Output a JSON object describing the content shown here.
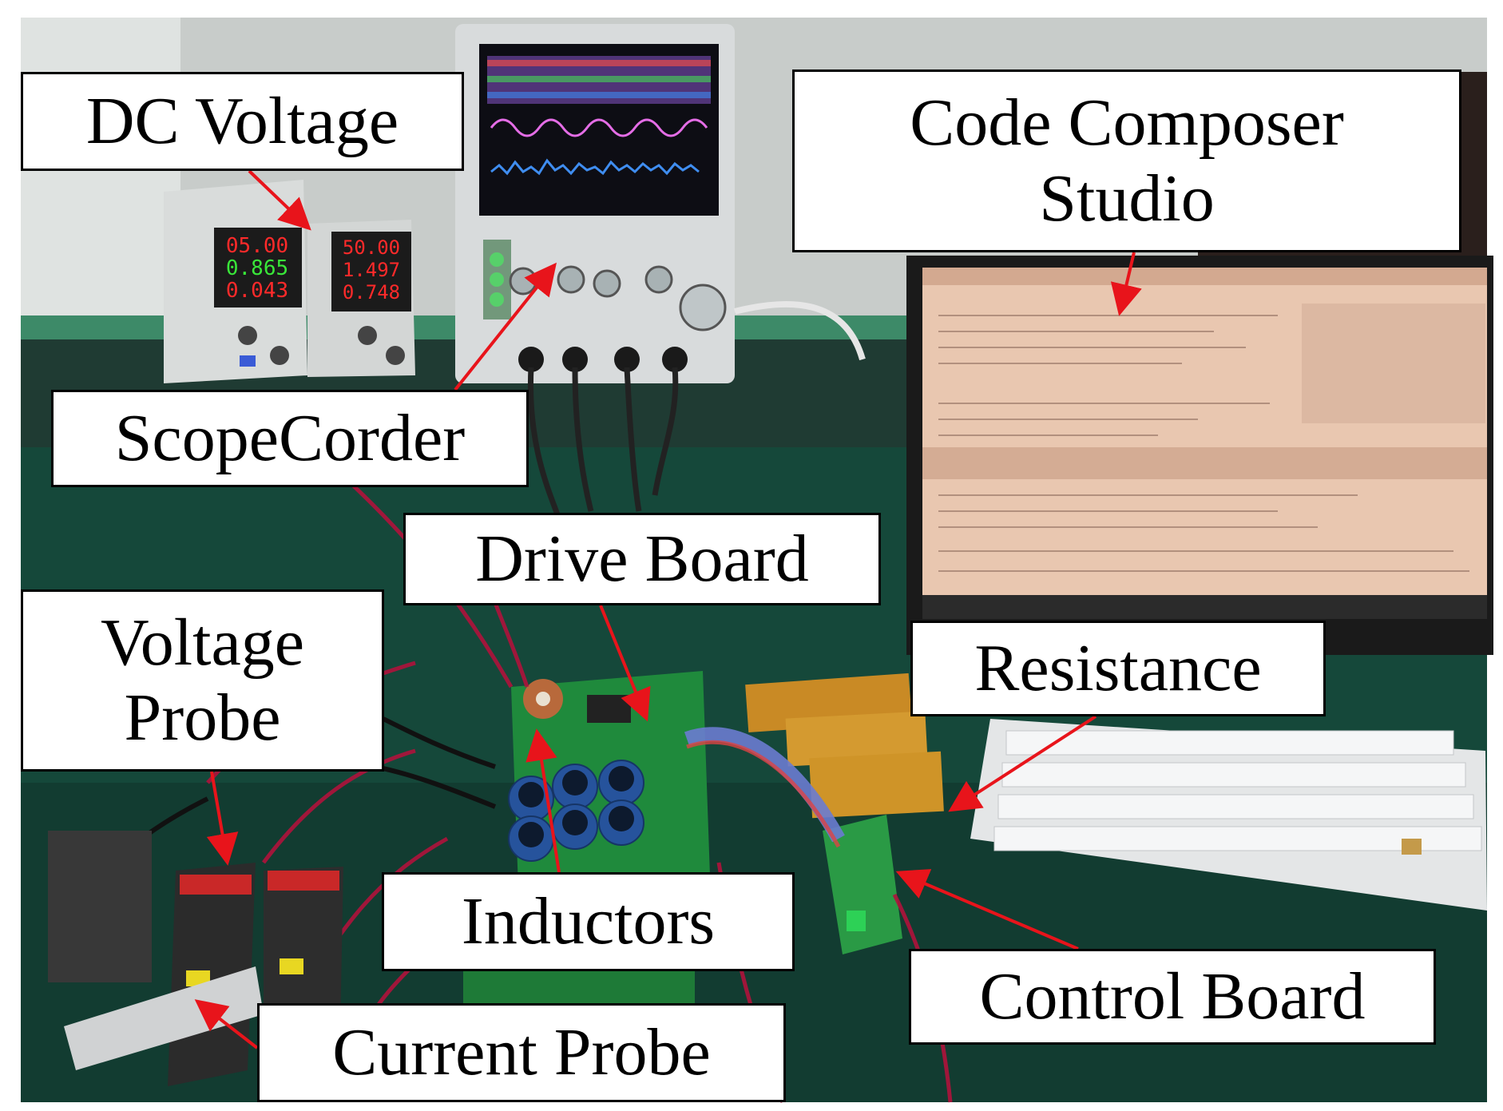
{
  "labels": {
    "dc_voltage": "DC Voltage",
    "code_composer_line1": "Code Composer",
    "code_composer_line2": "Studio",
    "scopecorder": "ScopeCorder",
    "drive_board": "Drive Board",
    "voltage_probe_line1": "Voltage",
    "voltage_probe_line2": "Probe",
    "resistance": "Resistance",
    "inductors": "Inductors",
    "control_board": "Control Board",
    "current_probe": "Current Probe"
  },
  "psu_left": {
    "voltage": "05.00",
    "current": "0.865",
    "power": "0.043"
  },
  "psu_right": {
    "voltage": "50.00",
    "current": "1.497",
    "power": "0.748"
  },
  "colors": {
    "arrow": "#e8141b",
    "pcb_green": "#1f8a3c",
    "bench": "#15483a",
    "wall": "#c9cccb",
    "monitor_screen": "#e9c7b0"
  }
}
